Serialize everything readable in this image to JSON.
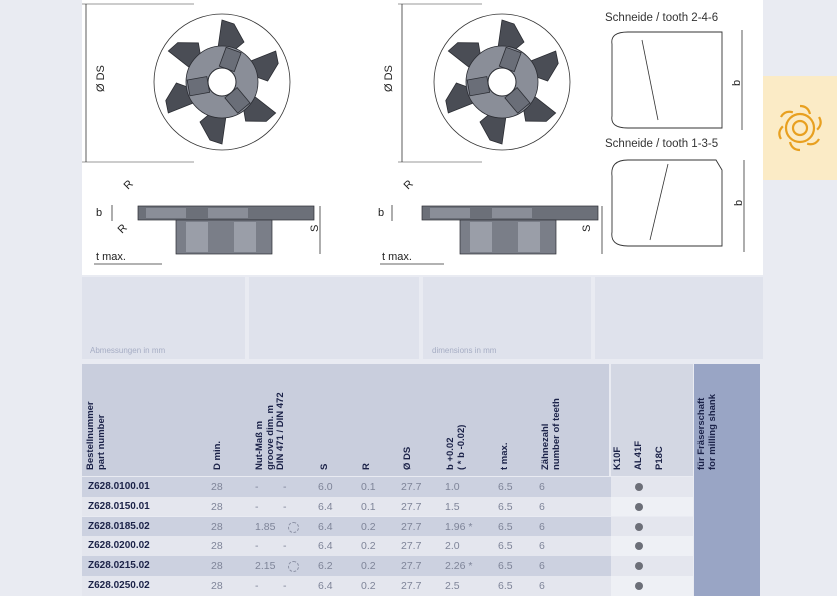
{
  "drawings": {
    "tooth_246_label": "Schneide / tooth 2-4-6",
    "tooth_135_label": "Schneide / tooth 1-3-5",
    "ds_label": "Ø DS",
    "b_label": "b",
    "r_label": "R",
    "s_label": "S",
    "tmax_label": "t max."
  },
  "panels": {
    "left_caption": "Abmessungen in mm",
    "right_caption": "dimensions in mm"
  },
  "table": {
    "headers": {
      "part_number": "Bestellnummer\npart number",
      "d_min": "D min.",
      "groove": "Nut-Maß m\ngroove dim. m\nDIN 471 / DIN 472",
      "s": "S",
      "r": "R",
      "ds": "Ø DS",
      "b": "b +0.02\n( * b -0.02)",
      "t_max": "t max.",
      "teeth": "Zähnezahl\nnumber of teeth",
      "grade_k10f": "K10F",
      "grade_al41f": "AL41F",
      "grade_p18c": "P18C",
      "shank": "für Fräserschaft\nfor milling shank"
    },
    "rows": [
      {
        "part": "Z628.0100.01",
        "d_min": "28",
        "groove": "-",
        "groove2": "-",
        "s": "6.0",
        "r": "0.1",
        "ds": "27.7",
        "b": "1.0",
        "tmax": "6.5",
        "teeth": "6",
        "circle": false
      },
      {
        "part": "Z628.0150.01",
        "d_min": "28",
        "groove": "-",
        "groove2": "-",
        "s": "6.4",
        "r": "0.1",
        "ds": "27.7",
        "b": "1.5",
        "tmax": "6.5",
        "teeth": "6",
        "circle": false
      },
      {
        "part": "Z628.0185.02",
        "d_min": "28",
        "groove": "1.85",
        "groove2": "",
        "s": "6.4",
        "r": "0.2",
        "ds": "27.7",
        "b": "1.96 *",
        "tmax": "6.5",
        "teeth": "6",
        "circle": true
      },
      {
        "part": "Z628.0200.02",
        "d_min": "28",
        "groove": "-",
        "groove2": "-",
        "s": "6.4",
        "r": "0.2",
        "ds": "27.7",
        "b": "2.0",
        "tmax": "6.5",
        "teeth": "6",
        "circle": false
      },
      {
        "part": "Z628.0215.02",
        "d_min": "28",
        "groove": "2.15",
        "groove2": "",
        "s": "6.2",
        "r": "0.2",
        "ds": "27.7",
        "b": "2.26 *",
        "tmax": "6.5",
        "teeth": "6",
        "circle": true
      },
      {
        "part": "Z628.0250.02",
        "d_min": "28",
        "groove": "-",
        "groove2": "-",
        "s": "6.4",
        "r": "0.2",
        "ds": "27.7",
        "b": "2.5",
        "tmax": "6.5",
        "teeth": "6",
        "circle": false
      }
    ],
    "grade_marks": [
      "al41f",
      "al41f",
      "al41f",
      "al41f",
      "al41f",
      "al41f"
    ]
  },
  "colors": {
    "header_bg": "#c9cedd",
    "row_dark": "#ccd1e0",
    "row_light": "#e4e6ee",
    "shank_col": "#99a5c5",
    "icon_bg": "#fbebc6",
    "icon_stroke": "#e8a020",
    "part_text": "#1b2248"
  }
}
